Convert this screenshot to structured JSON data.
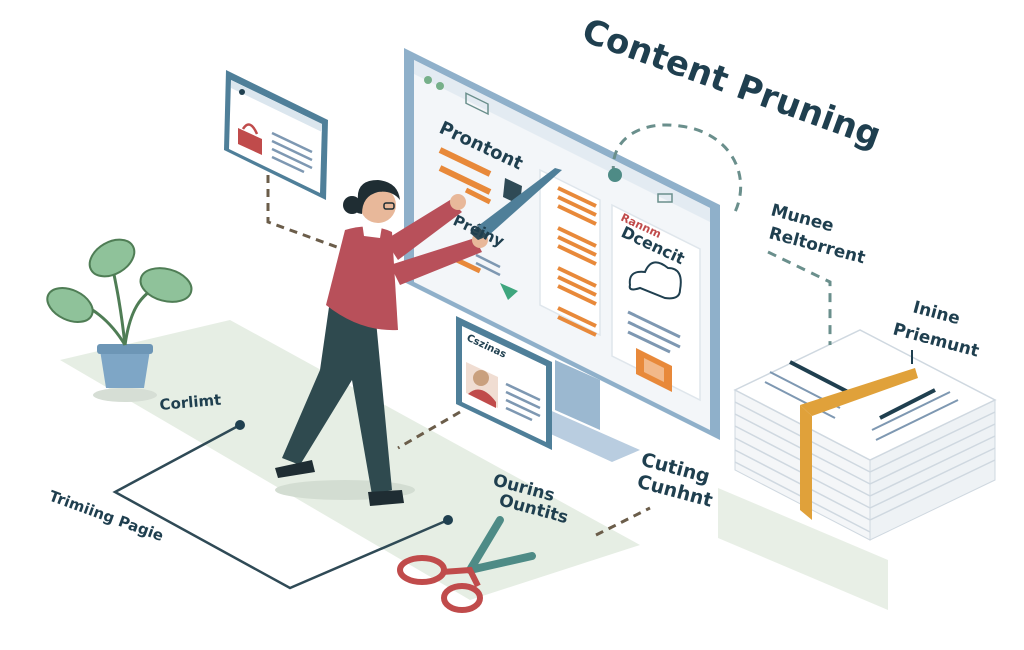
{
  "title": "Content Pruning",
  "labels": {
    "monitor_heading": "Prontont",
    "monitor_subheading": "Préiny",
    "monitor_right_heading_red": "Rannm",
    "monitor_right_heading": "Dcencit",
    "small_card_title": "Cszinas",
    "floor_left": "Corlimt",
    "floor_path": "Trimiing Pagie",
    "floor_center_line1": "Ourins",
    "floor_center_line2": "Ountits",
    "cutting_line1": "Cuting",
    "cutting_line2": "Cunhnt",
    "right_upper_line1": "Munee",
    "right_upper_line2": "Reltorrent",
    "right_lower_line1": "Inine",
    "right_lower_line2": "Priemunt"
  },
  "colors": {
    "teal": "#4e8b86",
    "orange": "#e8893a",
    "red": "#c04b4b",
    "navy": "#1f3f4f",
    "shirt": "#b8505a",
    "pants": "#2f4a4f",
    "floor": "#e8efe6",
    "gold": "#e0a13a"
  },
  "icons": [
    "scissors-icon",
    "cloud-icon",
    "plant-icon",
    "handbag-icon",
    "user-avatar-icon",
    "knife-icon",
    "checkmark-icon"
  ]
}
